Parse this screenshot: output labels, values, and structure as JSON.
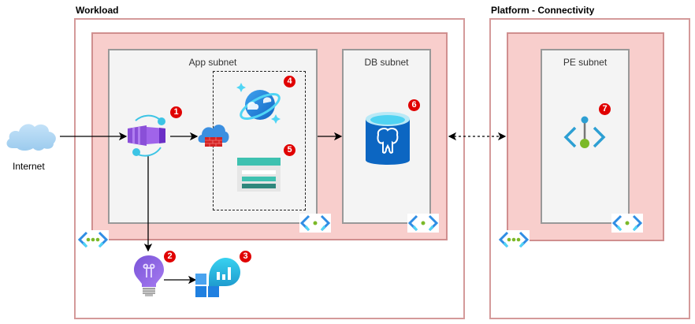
{
  "groups": {
    "workload": {
      "title": "Workload"
    },
    "platform": {
      "title": "Platform - Connectivity"
    }
  },
  "subnets": {
    "app": {
      "label": "App subnet"
    },
    "db": {
      "label": "DB subnet"
    },
    "pe": {
      "label": "PE subnet"
    }
  },
  "nodes": {
    "internet": {
      "label": "Internet",
      "icon": "cloud-icon"
    },
    "app_service": {
      "icon": "container-app-icon",
      "badge": "1"
    },
    "app_insights": {
      "icon": "application-insights-icon",
      "badge": "2"
    },
    "log_analytics": {
      "icon": "log-analytics-icon",
      "badge": "3"
    },
    "cosmos_db": {
      "icon": "cosmos-db-icon",
      "badge": "4"
    },
    "storage": {
      "icon": "storage-icon",
      "badge": "5"
    },
    "postgres": {
      "icon": "postgresql-icon",
      "badge": "6"
    },
    "private_endpoint": {
      "icon": "private-endpoint-icon",
      "badge": "7"
    },
    "firewall": {
      "icon": "cloud-firewall-icon"
    }
  },
  "colors": {
    "vnet_fill": "#f8cecc",
    "vnet_border": "#d08f8f",
    "subnet_fill": "#f4f4f4",
    "badge": "#e00000"
  }
}
